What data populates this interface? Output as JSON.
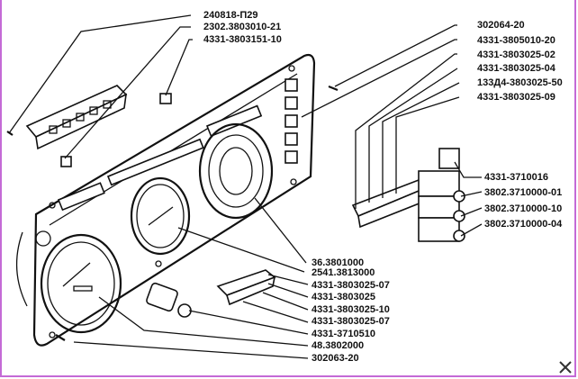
{
  "diagram": {
    "title": "Instrument panel assembly (exploded view)",
    "labels_top_left": [
      {
        "id": "l1",
        "text": "240818-П29"
      },
      {
        "id": "l2",
        "text": "2302.3803010-21"
      },
      {
        "id": "l3",
        "text": "4331-3803151-10"
      }
    ],
    "labels_top_right": [
      {
        "id": "r1",
        "text": "302064-20"
      },
      {
        "id": "r2",
        "text": "4331-3805010-20"
      },
      {
        "id": "r3",
        "text": "4331-3803025-02"
      },
      {
        "id": "r4",
        "text": "4331-3803025-04"
      },
      {
        "id": "r5",
        "text": "133Д4-3803025-50"
      },
      {
        "id": "r6",
        "text": "4331-3803025-09"
      }
    ],
    "labels_right_block": [
      {
        "id": "b1",
        "text": "4331-3710016"
      },
      {
        "id": "b2",
        "text": "3802.3710000-01"
      },
      {
        "id": "b3",
        "text": "3802.3710000-10"
      },
      {
        "id": "b4",
        "text": "3802.3710000-04"
      }
    ],
    "labels_bottom": [
      {
        "id": "m1",
        "text": "36.3801000"
      },
      {
        "id": "m2",
        "text": "2541.3813000"
      },
      {
        "id": "m3",
        "text": "4331-3803025-07"
      },
      {
        "id": "m4",
        "text": "4331-3803025"
      },
      {
        "id": "m5",
        "text": "4331-3803025-10"
      },
      {
        "id": "m6",
        "text": "4331-3803025-07"
      },
      {
        "id": "m7",
        "text": "4331-3710510"
      },
      {
        "id": "m8",
        "text": "48.3802000"
      },
      {
        "id": "m9",
        "text": "302063-20"
      }
    ]
  }
}
